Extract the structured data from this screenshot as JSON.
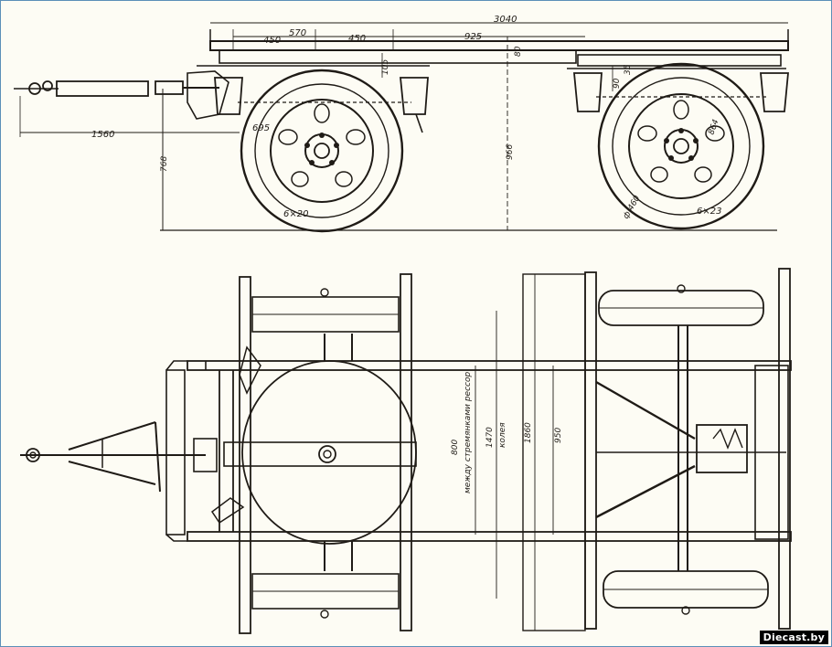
{
  "side_view": {
    "dimensions": {
      "overall_length": "3040",
      "d_570": "570",
      "d_450_a": "450",
      "d_450_b": "450",
      "d_925": "925",
      "d_80": "80",
      "d_35": "35",
      "d_105": "105",
      "d_90": "90",
      "height": "966",
      "drawbar": "1560",
      "hitch_height": "768",
      "wheel_695": "695",
      "wheel_864": "864",
      "wheel_460": "ф 460"
    },
    "tire_labels": {
      "front": "6×20",
      "rear": "6×23"
    }
  },
  "plan_view": {
    "dimensions": {
      "spring_span": "800",
      "spring_span_caption": "между стремянками рессор",
      "track": "1470",
      "track_caption": "колея",
      "width_1860": "1860",
      "width_950": "950"
    }
  },
  "watermark": "Diecast.by"
}
